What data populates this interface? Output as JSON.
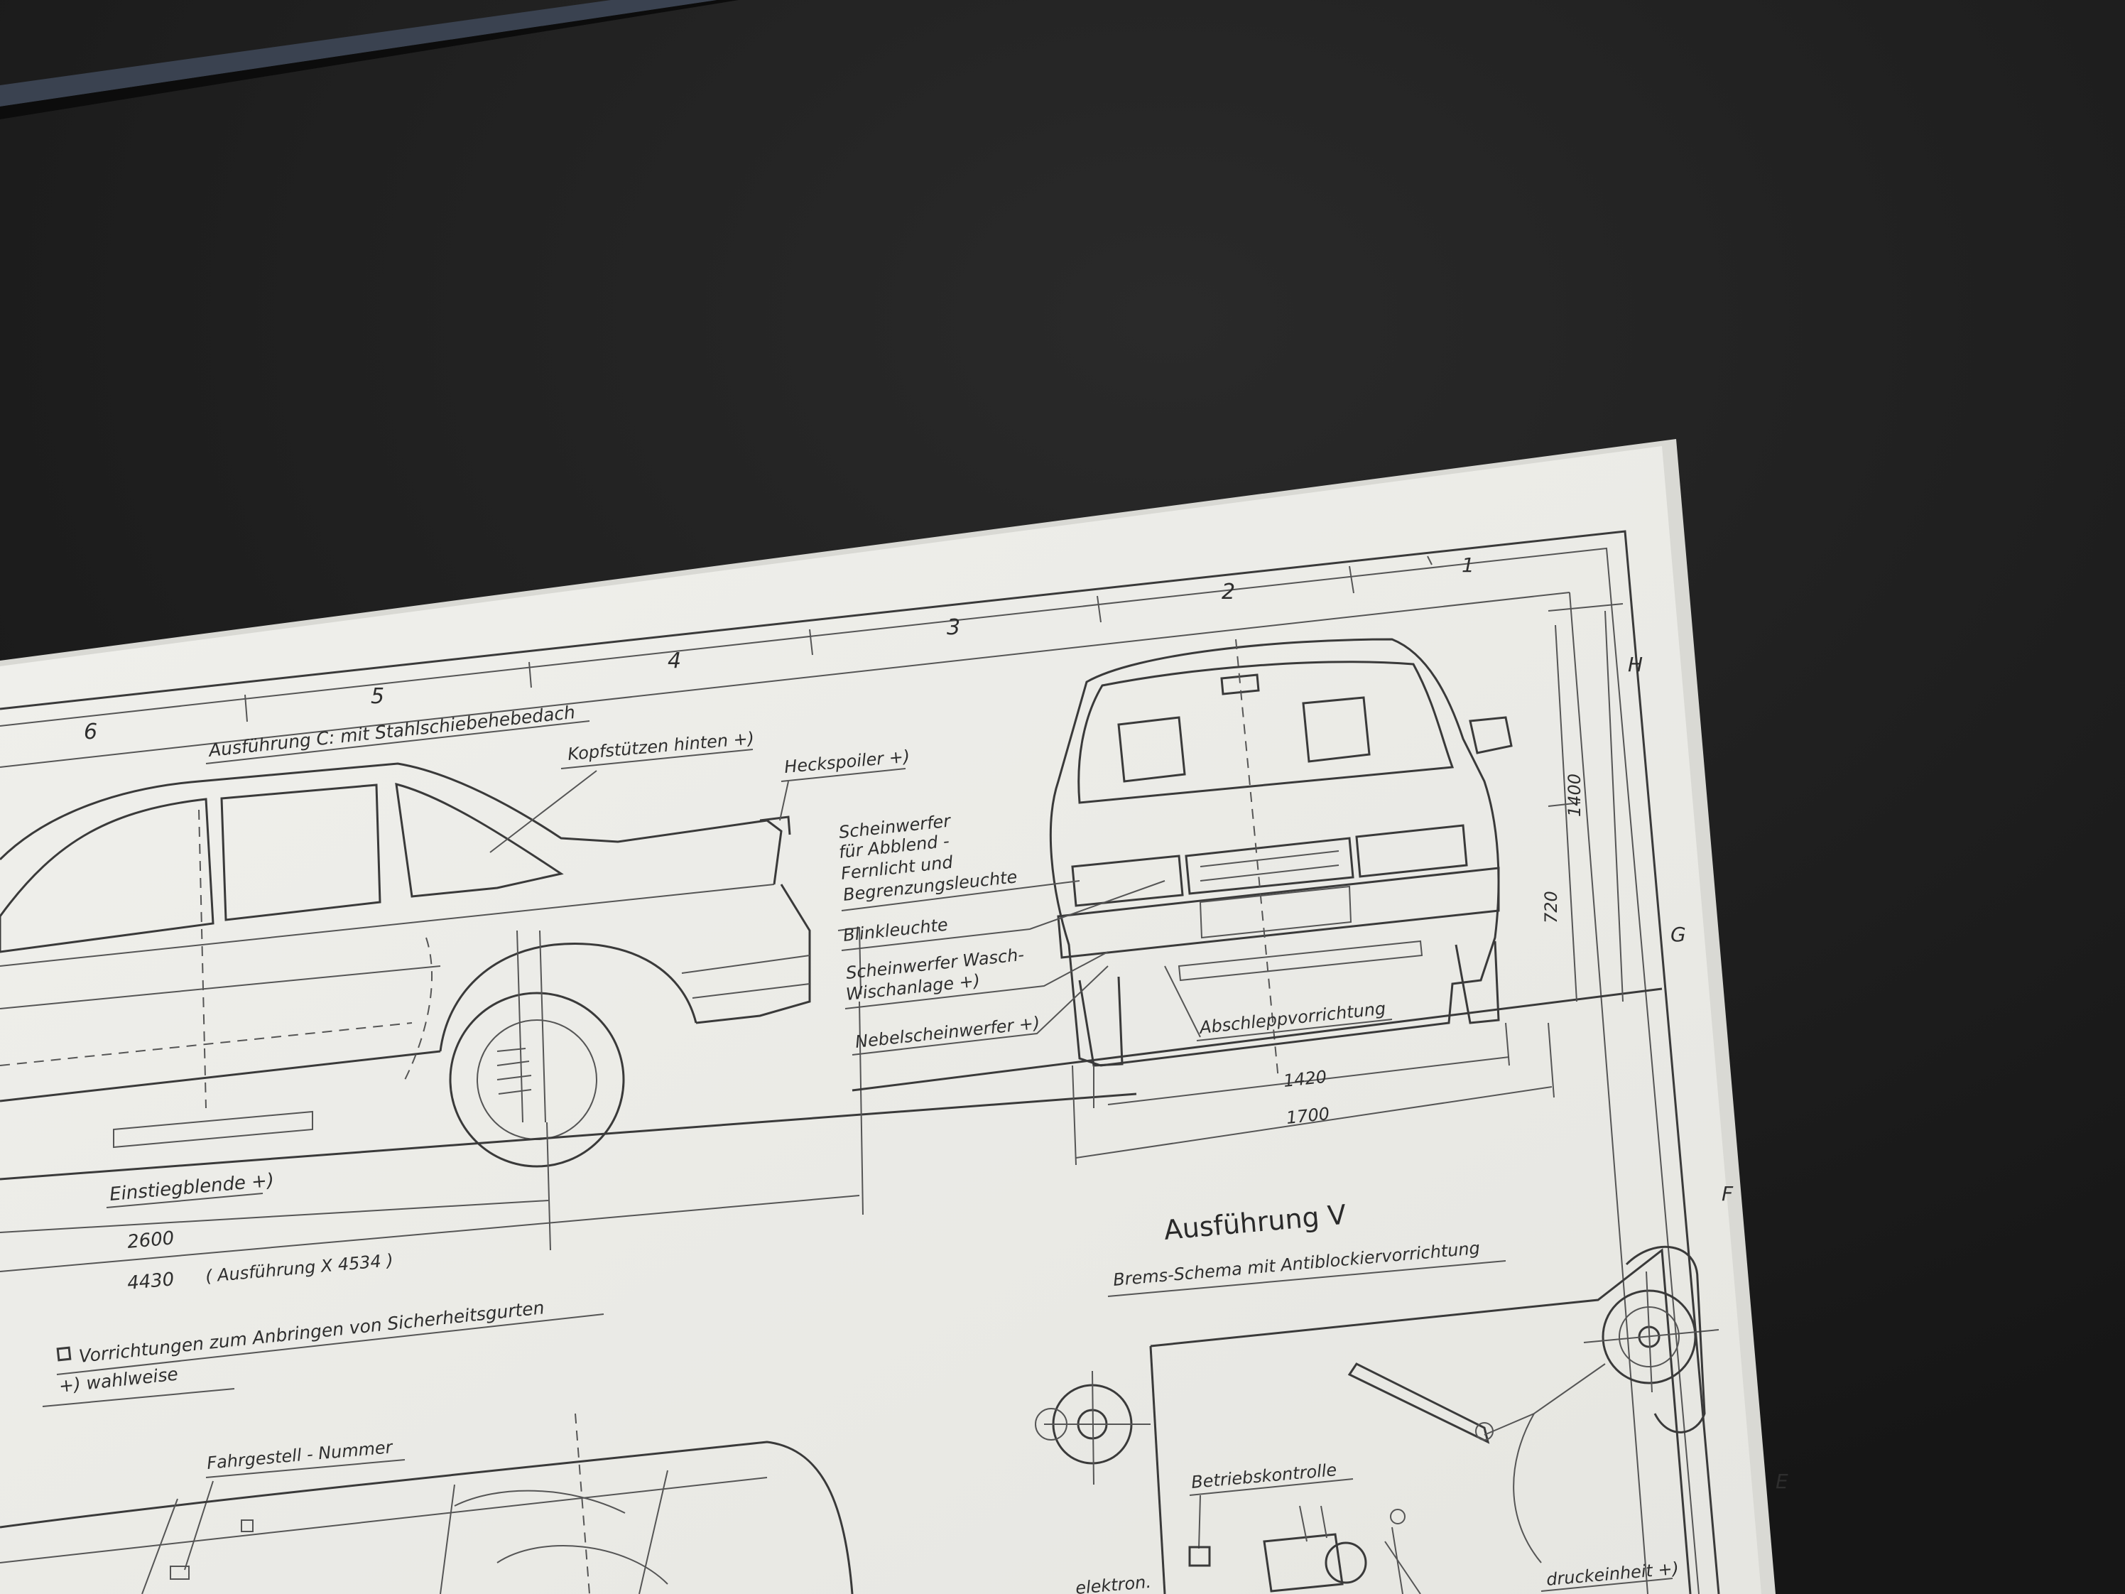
{
  "photo": {
    "colors": {
      "table": "#1e1e1e",
      "paper": "#eeeeea",
      "ink": "#2e2e2e",
      "edge": "#3a4250"
    }
  },
  "drawing": {
    "grid_columns": [
      "1",
      "2",
      "3",
      "4",
      "5",
      "6"
    ],
    "grid_rows": [
      "H",
      "G",
      "F",
      "E"
    ],
    "side_view": {
      "option_c": "Ausführung C: mit Stahlschiebehebedach",
      "rear_headrests": "Kopfstützen hinten +)",
      "rear_spoiler": "Heckspoiler +)",
      "sill_trim": "Einstiegblende +)",
      "dim_wheelbase": "2600",
      "dim_length": "4430",
      "dim_length_note": "( Ausführung X 4534 )"
    },
    "front_view": {
      "headlamp": [
        "Scheinwerfer",
        "für Abblend -",
        "Fernlicht und",
        "Begrenzungsleuchte"
      ],
      "indicator": "Blinkleuchte",
      "washer": [
        "Scheinwerfer Wasch-",
        "Wischanlage +)"
      ],
      "fog_lamp": "Nebelscheinwerfer +)",
      "towing": "Abschleppvorrichtung",
      "dim_track": "1420",
      "dim_width": "1700",
      "dim_height": "1400",
      "dim_light_height": "720"
    },
    "legend": {
      "belts": "Vorrichtungen zum Anbringen von Sicherheitsgurten",
      "optional": "+) wahlweise"
    },
    "chassis": {
      "vin": "Fahrgestell - Nummer"
    },
    "brakes": {
      "title": "Ausführung V",
      "subtitle": "Brems-Schema mit Antiblockiervorrichtung",
      "control": "Betriebskontrolle",
      "electronic": "elektron.",
      "unit": "druckeinheit +)"
    }
  }
}
